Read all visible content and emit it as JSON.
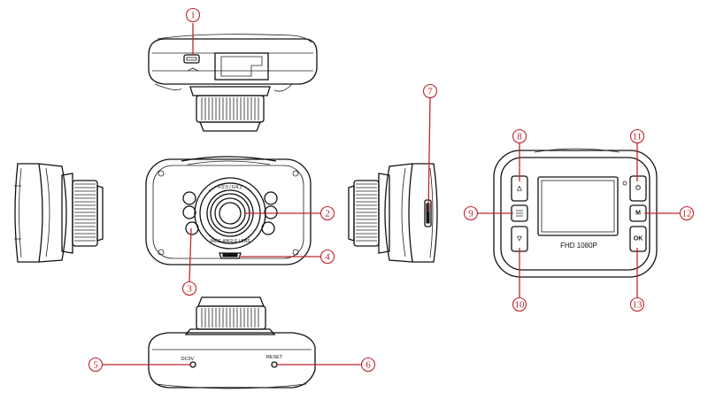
{
  "device": {
    "screen_label": "FHD 1080P",
    "lens_ring_text_top": "F/2.5 / F/4.2",
    "lens_ring_text_bottom": "WIDE ANGLE LENS",
    "port_label_left": "DC5V",
    "port_label_right": "RESET",
    "button_glyph_up": "△",
    "button_glyph_down": "▽",
    "button_glyph_power": "⏻",
    "button_glyph_mode": "M",
    "button_glyph_ok": "OK"
  },
  "callouts": [
    {
      "id": "1",
      "label": "①"
    },
    {
      "id": "2",
      "label": "②"
    },
    {
      "id": "3",
      "label": "③"
    },
    {
      "id": "4",
      "label": "④"
    },
    {
      "id": "5",
      "label": "⑤"
    },
    {
      "id": "6",
      "label": "⑥"
    },
    {
      "id": "7",
      "label": "⑦"
    },
    {
      "id": "8",
      "label": "⑧"
    },
    {
      "id": "9",
      "label": "⑨"
    },
    {
      "id": "10",
      "label": "⑩"
    },
    {
      "id": "11",
      "label": "⑪"
    },
    {
      "id": "12",
      "label": "⑫"
    },
    {
      "id": "13",
      "label": "⑬"
    }
  ],
  "colors": {
    "line": "#111111",
    "callout": "#c0262c",
    "background": "#ffffff"
  }
}
